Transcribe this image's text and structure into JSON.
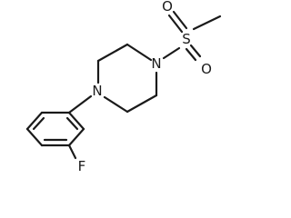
{
  "molecule": {
    "atoms": {
      "n_top": "N",
      "n_bottom": "N",
      "sulfur": "S",
      "oxygen_top": "O",
      "oxygen_bottom": "O",
      "fluorine": "F"
    }
  }
}
